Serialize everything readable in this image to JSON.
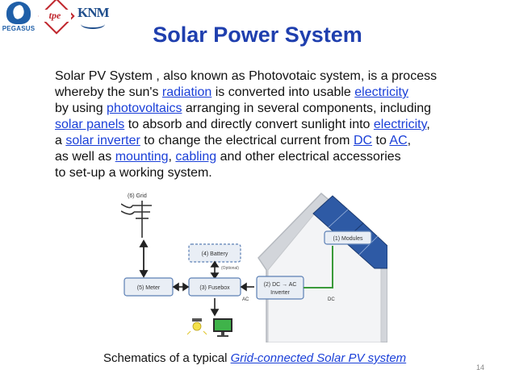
{
  "logos": {
    "pegasus": "PEGASUS",
    "tpe": "tpe",
    "knm": "KNM"
  },
  "title": "Solar Power System",
  "paragraph": [
    [
      "Solar PV System , also known as Photovotaic system, is a process"
    ],
    [
      "whereby the sun's ",
      {
        "link": "radiation"
      },
      " is converted into usable ",
      {
        "link": "electricity"
      }
    ],
    [
      "by using ",
      {
        "link": "photovoltaics"
      },
      " arranging in several components, including"
    ],
    [
      {
        "link": "solar panels"
      },
      " to absorb and directly convert sunlight into ",
      {
        "link": "electricity"
      },
      ","
    ],
    [
      "a ",
      {
        "link": "solar inverter"
      },
      " to change the electrical current from ",
      {
        "link": "DC"
      },
      " to ",
      {
        "link": "AC"
      },
      ","
    ],
    [
      "as well as ",
      {
        "link": "mounting"
      },
      ", ",
      {
        "link": "cabling"
      },
      " and other electrical accessories"
    ],
    [
      "to set-up a working system."
    ]
  ],
  "diagram": {
    "grid": "(6) Grid",
    "modules": "(1) Modules",
    "battery": "(4) Battery",
    "optional": "(Optional)",
    "meter": "(5) Meter",
    "fusebox": "(3) Fusebox",
    "inverter_line1": "(2) DC → AC",
    "inverter_line2": "Inverter",
    "ac": "AC",
    "dc": "DC"
  },
  "caption": {
    "prefix": "Schematics of a typical ",
    "link": "Grid-connected Solar PV system"
  },
  "page_number": "14",
  "colors": {
    "title": "#1f3fae",
    "link": "#1a3fd8",
    "box_fill": "#e9eef5",
    "box_border": "#5b7fb5",
    "house": "#c9ccd1",
    "panel": "#2e5aa5",
    "wire": "#3a9a3a"
  }
}
